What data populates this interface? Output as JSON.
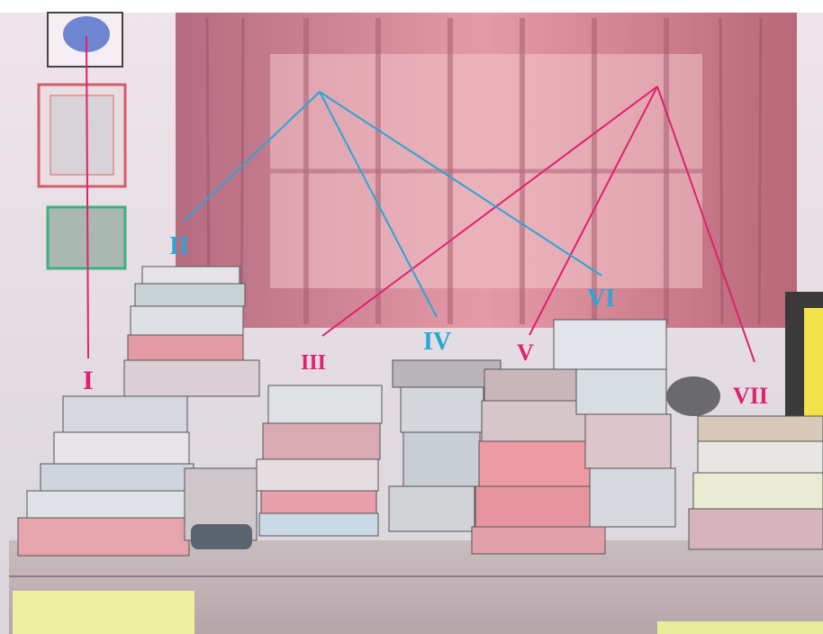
{
  "scene": {
    "description_labels": [
      "I",
      "II",
      "III",
      "IV",
      "V",
      "VI",
      "VII"
    ],
    "group_a_color": "#e0216f",
    "group_b_color": "#2aa6d6",
    "group_a": [
      "I",
      "III",
      "V",
      "VII"
    ],
    "group_b": [
      "II",
      "IV",
      "VI"
    ]
  },
  "labels": {
    "I": "I",
    "II": "II",
    "III": "III",
    "IV": "IV",
    "V": "V",
    "VI": "VI",
    "VII": "VII"
  }
}
